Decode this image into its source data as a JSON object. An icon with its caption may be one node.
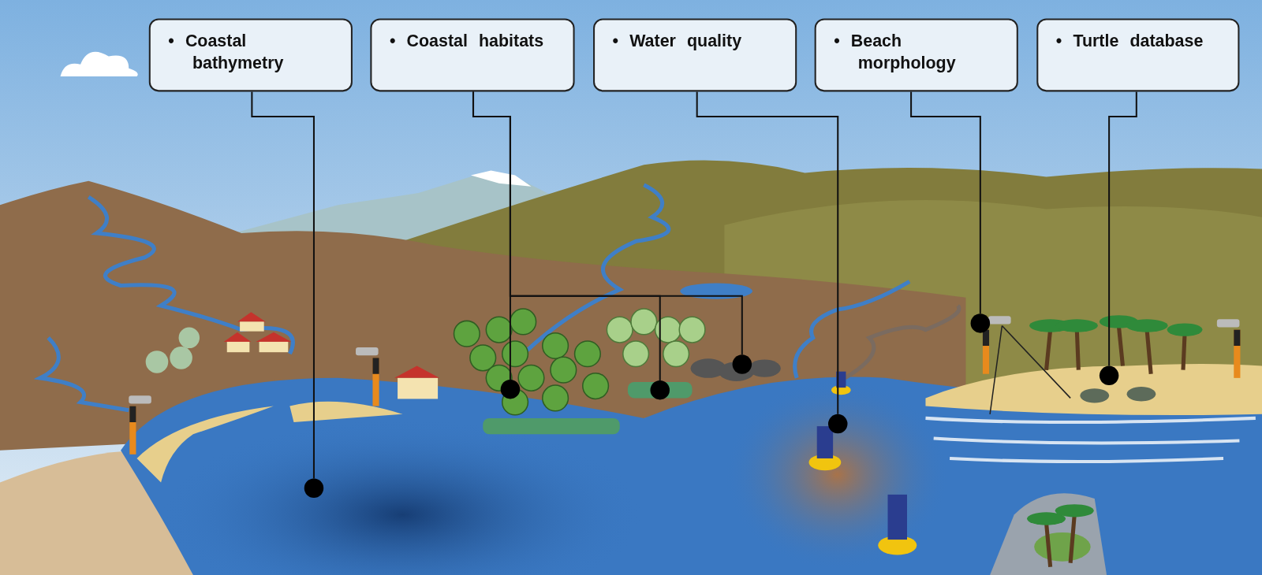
{
  "diagram": {
    "nodes": [
      {
        "text": [
          "• Coastal bathymetry"
        ]
      },
      {
        "text": [
          "• Coastal habitats"
        ]
      },
      {
        "text": [
          "• Water quality"
        ]
      },
      {
        "text": [
          "• Beach morphology"
        ]
      },
      {
        "text": [
          "• Turtle database"
        ]
      },
      {
        "text": [],
        "shape": "circle"
      },
      {
        "text": [],
        "shape": "circle"
      },
      {
        "text": [],
        "shape": "circle"
      },
      {
        "text": [],
        "shape": "circle"
      },
      {
        "text": [],
        "shape": "circle"
      },
      {
        "text": [],
        "shape": "circle"
      },
      {
        "text": [],
        "shape": "circle"
      }
    ],
    "edges": [
      {
        "from": 0,
        "to": 5,
        "arrow": "none"
      },
      {
        "from": 1,
        "to": 6,
        "arrow": "none"
      },
      {
        "from": 1,
        "to": 7,
        "arrow": "none"
      },
      {
        "from": 1,
        "to": 8,
        "arrow": "none"
      },
      {
        "from": 2,
        "to": 9,
        "arrow": "none"
      },
      {
        "from": 3,
        "to": 10,
        "arrow": "none"
      },
      {
        "from": 4,
        "to": 11,
        "arrow": "none"
      }
    ]
  }
}
